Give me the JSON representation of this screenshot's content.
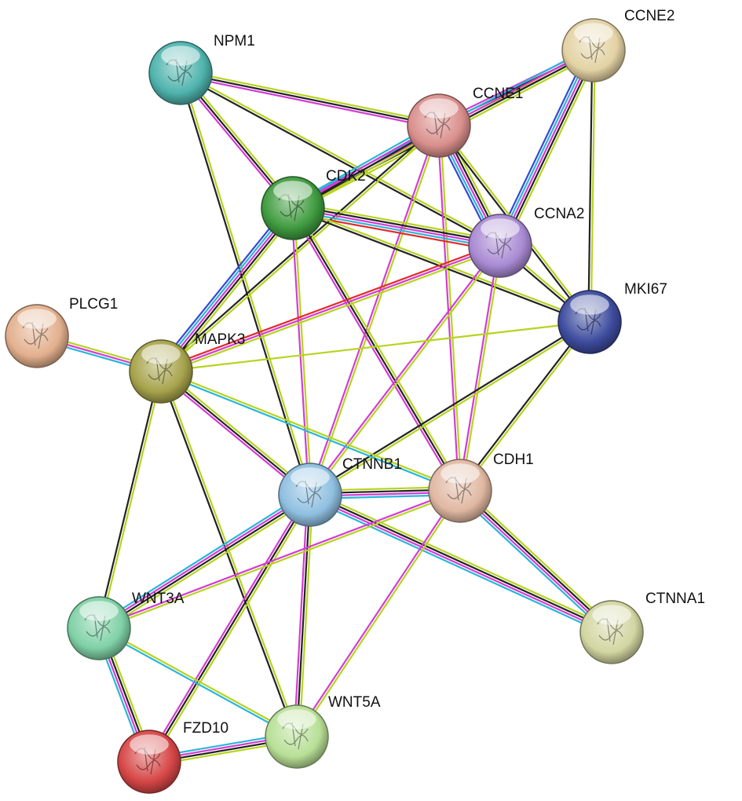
{
  "nodes": [
    {
      "id": "NPM1",
      "label": "NPM1",
      "color": "#4fb3ad"
    },
    {
      "id": "CCNE2",
      "label": "CCNE2",
      "color": "#e3d2a4"
    },
    {
      "id": "CCNE1",
      "label": "CCNE1",
      "color": "#d98f8c"
    },
    {
      "id": "CDK2",
      "label": "CDK2",
      "color": "#3f9b3f"
    },
    {
      "id": "CCNA2",
      "label": "CCNA2",
      "color": "#a98ad3"
    },
    {
      "id": "MKI67",
      "label": "MKI67",
      "color": "#3d4c9e"
    },
    {
      "id": "PLCG1",
      "label": "PLCG1",
      "color": "#e3b08e"
    },
    {
      "id": "MAPK3",
      "label": "MAPK3",
      "color": "#a7a34c"
    },
    {
      "id": "CTNNB1",
      "label": "CTNNB1",
      "color": "#8fbfe0"
    },
    {
      "id": "CDH1",
      "label": "CDH1",
      "color": "#e0b8a2"
    },
    {
      "id": "CTNNA1",
      "label": "CTNNA1",
      "color": "#d2d6a2"
    },
    {
      "id": "WNT3A",
      "label": "WNT3A",
      "color": "#7fd1a6"
    },
    {
      "id": "WNT5A",
      "label": "WNT5A",
      "color": "#b8df96"
    },
    {
      "id": "FZD10",
      "label": "FZD10",
      "color": "#d64646"
    }
  ],
  "edges": [
    {
      "source": "NPM1",
      "target": "CDK2",
      "types": [
        "lime",
        "black",
        "magenta"
      ]
    },
    {
      "source": "NPM1",
      "target": "CCNE1",
      "types": [
        "lime",
        "black",
        "magenta"
      ]
    },
    {
      "source": "NPM1",
      "target": "CCNA2",
      "types": [
        "lime",
        "black"
      ]
    },
    {
      "source": "NPM1",
      "target": "CTNNB1",
      "types": [
        "lime",
        "black"
      ]
    },
    {
      "source": "CCNE2",
      "target": "CCNE1",
      "types": [
        "lime",
        "black",
        "magenta"
      ]
    },
    {
      "source": "CCNE2",
      "target": "CDK2",
      "types": [
        "lime",
        "black",
        "magenta",
        "cyan"
      ]
    },
    {
      "source": "CCNE2",
      "target": "CCNA2",
      "types": [
        "lime",
        "black",
        "magenta",
        "cyan",
        "blue"
      ]
    },
    {
      "source": "CCNE2",
      "target": "MKI67",
      "types": [
        "lime",
        "black"
      ]
    },
    {
      "source": "CCNE1",
      "target": "CDK2",
      "types": [
        "lime",
        "black",
        "magenta",
        "cyan"
      ]
    },
    {
      "source": "CCNE1",
      "target": "CCNA2",
      "types": [
        "lime",
        "black",
        "magenta",
        "cyan",
        "blue"
      ]
    },
    {
      "source": "CCNE1",
      "target": "MKI67",
      "types": [
        "lime",
        "black"
      ]
    },
    {
      "source": "CCNE1",
      "target": "MAPK3",
      "types": [
        "lime",
        "black"
      ]
    },
    {
      "source": "CCNE1",
      "target": "CTNNB1",
      "types": [
        "lime",
        "magenta"
      ]
    },
    {
      "source": "CCNE1",
      "target": "CDH1",
      "types": [
        "lime",
        "magenta"
      ]
    },
    {
      "source": "CDK2",
      "target": "CCNA2",
      "types": [
        "lime",
        "black",
        "magenta",
        "cyan",
        "red"
      ]
    },
    {
      "source": "CDK2",
      "target": "MKI67",
      "types": [
        "lime",
        "black"
      ]
    },
    {
      "source": "CDK2",
      "target": "MAPK3",
      "types": [
        "lime",
        "black",
        "magenta",
        "cyan",
        "blue"
      ]
    },
    {
      "source": "CDK2",
      "target": "CTNNB1",
      "types": [
        "lime",
        "magenta"
      ]
    },
    {
      "source": "CDK2",
      "target": "CDH1",
      "types": [
        "lime",
        "black",
        "magenta"
      ]
    },
    {
      "source": "CCNA2",
      "target": "MKI67",
      "types": [
        "lime",
        "black"
      ]
    },
    {
      "source": "CCNA2",
      "target": "MAPK3",
      "types": [
        "lime",
        "magenta",
        "red"
      ]
    },
    {
      "source": "CCNA2",
      "target": "CTNNB1",
      "types": [
        "lime",
        "magenta"
      ]
    },
    {
      "source": "CCNA2",
      "target": "CDH1",
      "types": [
        "lime",
        "magenta"
      ]
    },
    {
      "source": "MKI67",
      "target": "MAPK3",
      "types": [
        "lime"
      ]
    },
    {
      "source": "MKI67",
      "target": "CTNNB1",
      "types": [
        "lime",
        "black"
      ]
    },
    {
      "source": "MKI67",
      "target": "CDH1",
      "types": [
        "lime",
        "black"
      ]
    },
    {
      "source": "PLCG1",
      "target": "MAPK3",
      "types": [
        "lime",
        "magenta",
        "cyan"
      ]
    },
    {
      "source": "MAPK3",
      "target": "CTNNB1",
      "types": [
        "lime",
        "black",
        "magenta"
      ]
    },
    {
      "source": "MAPK3",
      "target": "CDH1",
      "types": [
        "lime",
        "cyan"
      ]
    },
    {
      "source": "MAPK3",
      "target": "WNT3A",
      "types": [
        "lime",
        "black"
      ]
    },
    {
      "source": "MAPK3",
      "target": "WNT5A",
      "types": [
        "lime",
        "black"
      ]
    },
    {
      "source": "CTNNB1",
      "target": "CDH1",
      "types": [
        "lime",
        "black",
        "magenta",
        "cyan"
      ]
    },
    {
      "source": "CTNNB1",
      "target": "CTNNA1",
      "types": [
        "lime",
        "black",
        "magenta",
        "cyan"
      ]
    },
    {
      "source": "CTNNB1",
      "target": "WNT3A",
      "types": [
        "lime",
        "black",
        "magenta",
        "cyan"
      ]
    },
    {
      "source": "CTNNB1",
      "target": "WNT5A",
      "types": [
        "lime",
        "black",
        "magenta"
      ]
    },
    {
      "source": "CTNNB1",
      "target": "FZD10",
      "types": [
        "lime",
        "black",
        "magenta"
      ]
    },
    {
      "source": "CDH1",
      "target": "CTNNA1",
      "types": [
        "lime",
        "black",
        "magenta",
        "cyan"
      ]
    },
    {
      "source": "CDH1",
      "target": "WNT3A",
      "types": [
        "lime",
        "magenta"
      ]
    },
    {
      "source": "CDH1",
      "target": "WNT5A",
      "types": [
        "lime",
        "magenta"
      ]
    },
    {
      "source": "WNT3A",
      "target": "WNT5A",
      "types": [
        "lime",
        "cyan"
      ]
    },
    {
      "source": "WNT3A",
      "target": "FZD10",
      "types": [
        "lime",
        "black",
        "magenta",
        "cyan"
      ]
    },
    {
      "source": "WNT5A",
      "target": "FZD10",
      "types": [
        "lime",
        "black",
        "magenta",
        "cyan"
      ]
    }
  ],
  "edge_colors": {
    "lime": "#b5d41e",
    "black": "#222222",
    "magenta": "#d43bd4",
    "cyan": "#29b6d9",
    "blue": "#3347d9",
    "red": "#e32b2b"
  }
}
